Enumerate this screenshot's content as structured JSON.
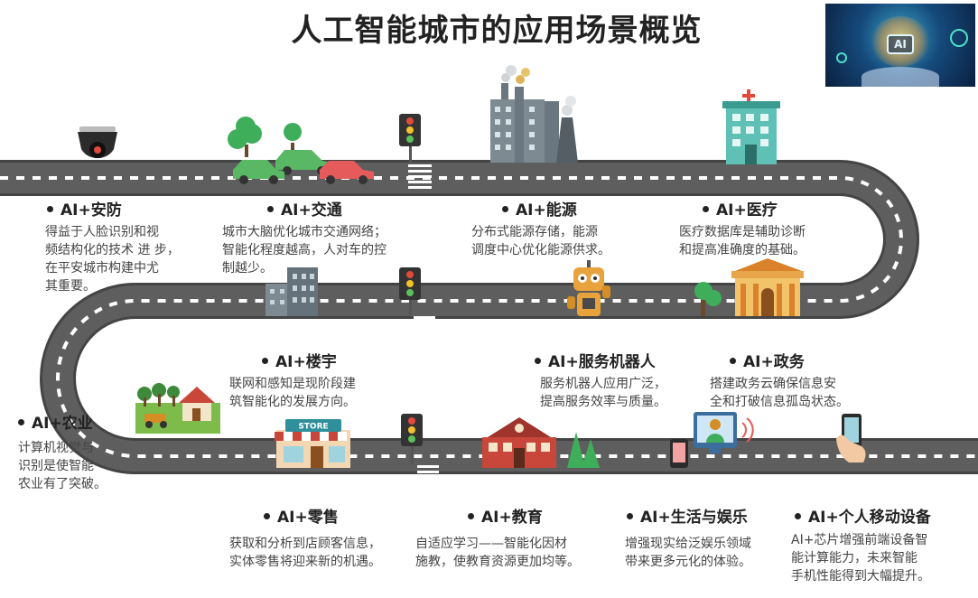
{
  "title": "人工智能城市的应用场景概览",
  "ai_badge": "AI",
  "colors": {
    "road": "#5e5e5e",
    "road_edge": "#444444",
    "lane_mark": "#ffffff",
    "tree": "#3fae5b",
    "car_green": "#59b863",
    "car_red": "#e55a5a",
    "building_gray": "#7d8a92",
    "store_red": "#c9463a",
    "hospital_teal": "#5fc1b5"
  },
  "items": {
    "security": {
      "title": "AI+安防",
      "desc": [
        "得益于人脸识别和视",
        "频结构化的技术 进 步，",
        "在平安城市构建中尤",
        "其重要。"
      ]
    },
    "traffic": {
      "title": "AI+交通",
      "desc": [
        "城市大脑优化城市交通网络；",
        "智能化程度越高，人对车的控",
        "制越少。"
      ]
    },
    "energy": {
      "title": "AI+能源",
      "desc": [
        "分布式能源存储，能源",
        "调度中心优化能源供求。"
      ]
    },
    "medical": {
      "title": "AI+医疗",
      "desc": [
        "医疗数据库是辅助诊断",
        "和提高准确度的基础。"
      ]
    },
    "building": {
      "title": "AI+楼宇",
      "desc": [
        "联网和感知是现阶段建",
        "筑智能化的发展方向。"
      ]
    },
    "robot": {
      "title": "AI+服务机器人",
      "desc": [
        "服务机器人应用广泛，",
        "提高服务效率与质量。"
      ]
    },
    "government": {
      "title": "AI+政务",
      "desc": [
        "搭建政务云确保信息安",
        "全和打破信息孤岛状态。"
      ]
    },
    "agriculture": {
      "title": "AI+农业",
      "desc": [
        "计算机视觉与",
        "识别是使智能",
        "农业有了突破。"
      ]
    },
    "retail": {
      "title": "AI+零售",
      "desc": [
        "获取和分析到店顾客信息，",
        "实体零售将迎来新的机遇。"
      ]
    },
    "education": {
      "title": "AI+教育",
      "desc": [
        "自适应学习——智能化因材",
        "施教，使教育资源更加均等。"
      ]
    },
    "life": {
      "title": "AI+生活与娱乐",
      "desc": [
        "增强现实给泛娱乐领域",
        "带来更多元化的体验。"
      ]
    },
    "mobile": {
      "title": "AI+个人移动设备",
      "desc": [
        "AI+芯片增强前端设备智",
        "能计算能力，未来智能",
        "手机性能得到大幅提升。"
      ]
    }
  },
  "icons": {
    "security": "security-camera-icon",
    "traffic": "cars-and-trees-icon",
    "traffic_light": "traffic-light-icon",
    "energy": "factory-icon",
    "medical": "hospital-icon",
    "building": "office-buildings-icon",
    "robot": "robot-icon",
    "government": "government-building-icon",
    "agriculture": "farm-icon",
    "retail": "store-icon",
    "retail_sign": "STORE",
    "education": "school-icon",
    "life": "video-chat-icon",
    "mobile": "smartphone-hand-icon"
  }
}
